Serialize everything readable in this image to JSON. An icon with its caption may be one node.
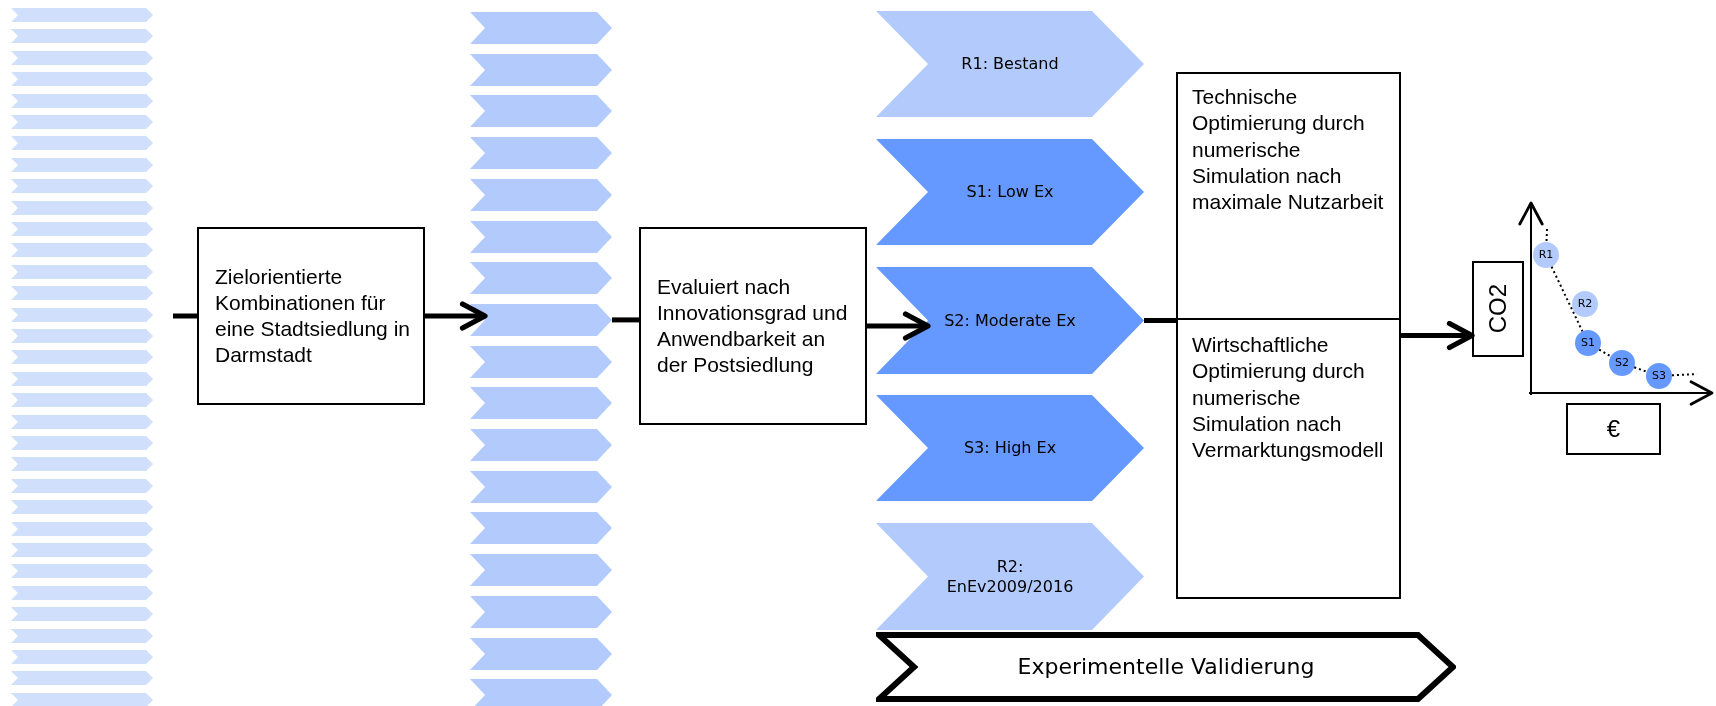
{
  "diagram": {
    "nodes": [
      {
        "text": [],
        "shape": "chevron"
      },
      {
        "text": [],
        "shape": "chevron"
      },
      {
        "text": [],
        "shape": "chevron"
      },
      {
        "text": [],
        "shape": "chevron"
      },
      {
        "text": [],
        "shape": "chevron"
      },
      {
        "text": [],
        "shape": "chevron"
      },
      {
        "text": [],
        "shape": "chevron"
      },
      {
        "text": [],
        "shape": "chevron"
      },
      {
        "text": [],
        "shape": "chevron"
      },
      {
        "text": [],
        "shape": "chevron"
      },
      {
        "text": [],
        "shape": "chevron"
      },
      {
        "text": [],
        "shape": "chevron"
      },
      {
        "text": [],
        "shape": "chevron"
      },
      {
        "text": [],
        "shape": "chevron"
      },
      {
        "text": [],
        "shape": "chevron"
      },
      {
        "text": [],
        "shape": "chevron"
      },
      {
        "text": [],
        "shape": "chevron"
      },
      {
        "text": [],
        "shape": "chevron"
      },
      {
        "text": [],
        "shape": "chevron"
      },
      {
        "text": [],
        "shape": "chevron"
      },
      {
        "text": [],
        "shape": "chevron"
      },
      {
        "text": [],
        "shape": "chevron"
      },
      {
        "text": [],
        "shape": "chevron"
      },
      {
        "text": [],
        "shape": "chevron"
      },
      {
        "text": [],
        "shape": "chevron"
      },
      {
        "text": [],
        "shape": "chevron"
      },
      {
        "text": [],
        "shape": "chevron"
      },
      {
        "text": [],
        "shape": "chevron"
      },
      {
        "text": [],
        "shape": "chevron"
      },
      {
        "text": [],
        "shape": "chevron"
      },
      {
        "text": [],
        "shape": "chevron"
      },
      {
        "text": [],
        "shape": "chevron"
      },
      {
        "text": [],
        "shape": "chevron"
      },
      {
        "text": [
          "Zielorientierte Kombinationen für eine Stadtsiedlung in Darmstadt"
        ]
      },
      {
        "text": [],
        "shape": "chevron"
      },
      {
        "text": [],
        "shape": "chevron"
      },
      {
        "text": [],
        "shape": "chevron"
      },
      {
        "text": [],
        "shape": "chevron"
      },
      {
        "text": [],
        "shape": "chevron"
      },
      {
        "text": [],
        "shape": "chevron"
      },
      {
        "text": [],
        "shape": "chevron"
      },
      {
        "text": [],
        "shape": "chevron"
      },
      {
        "text": [],
        "shape": "chevron"
      },
      {
        "text": [],
        "shape": "chevron"
      },
      {
        "text": [],
        "shape": "chevron"
      },
      {
        "text": [],
        "shape": "chevron"
      },
      {
        "text": [],
        "shape": "chevron"
      },
      {
        "text": [],
        "shape": "chevron"
      },
      {
        "text": [],
        "shape": "chevron"
      },
      {
        "text": [],
        "shape": "chevron"
      },
      {
        "text": [],
        "shape": "chevron"
      },
      {
        "text": [
          "Evaluiert nach Innovationsgrad und Anwendbarkeit an der Postsiedlung"
        ]
      },
      {
        "text": [
          "R1: Bestand"
        ]
      },
      {
        "text": [
          "S1: Low Ex"
        ]
      },
      {
        "text": [
          "S2: Moderate Ex"
        ]
      },
      {
        "text": [
          "S3: High Ex"
        ]
      },
      {
        "text": [
          "R2: EnEv2009/2016"
        ]
      },
      {
        "text": [
          "Experimentelle Validierung"
        ]
      },
      {
        "text": [],
        "shape": "box"
      },
      {
        "text": [
          "Technische Optimierung durch numerische Simulation nach maximale Nutzarbeit"
        ],
        "in": 58
      },
      {
        "text": [
          "Wirtschaftliche Optimierung durch numerische Simulation nach Vermarktungsmodell"
        ],
        "in": 58
      },
      {
        "text": [
          "CO2"
        ]
      },
      {
        "text": [
          "€"
        ]
      },
      {
        "text": [
          "R1"
        ]
      },
      {
        "text": [
          "R2"
        ]
      },
      {
        "text": [
          "S1"
        ]
      },
      {
        "text": [
          "S2"
        ]
      },
      {
        "text": [
          "S3"
        ]
      }
    ],
    "edges": [
      {
        "from": null,
        "to": 33,
        "arrow": "none"
      },
      {
        "from": 33,
        "to": 41,
        "arrow": "to"
      },
      {
        "from": 41,
        "to": 51,
        "arrow": "none"
      },
      {
        "from": 51,
        "to": 54,
        "arrow": "to"
      },
      {
        "from": 54,
        "to": 58,
        "arrow": "none"
      },
      {
        "from": 58,
        "to": 61,
        "arrow": "to"
      },
      {
        "from": null,
        "to": 63,
        "arrow": "none",
        "style": "dashed"
      },
      {
        "from": 63,
        "to": 65,
        "arrow": "none",
        "style": "dashed"
      },
      {
        "from": 65,
        "to": 66,
        "arrow": "none",
        "style": "dashed"
      },
      {
        "from": 66,
        "to": 67,
        "arrow": "none",
        "style": "dashed"
      },
      {
        "from": 67,
        "to": null,
        "arrow": "none",
        "style": "dashed"
      }
    ]
  }
}
